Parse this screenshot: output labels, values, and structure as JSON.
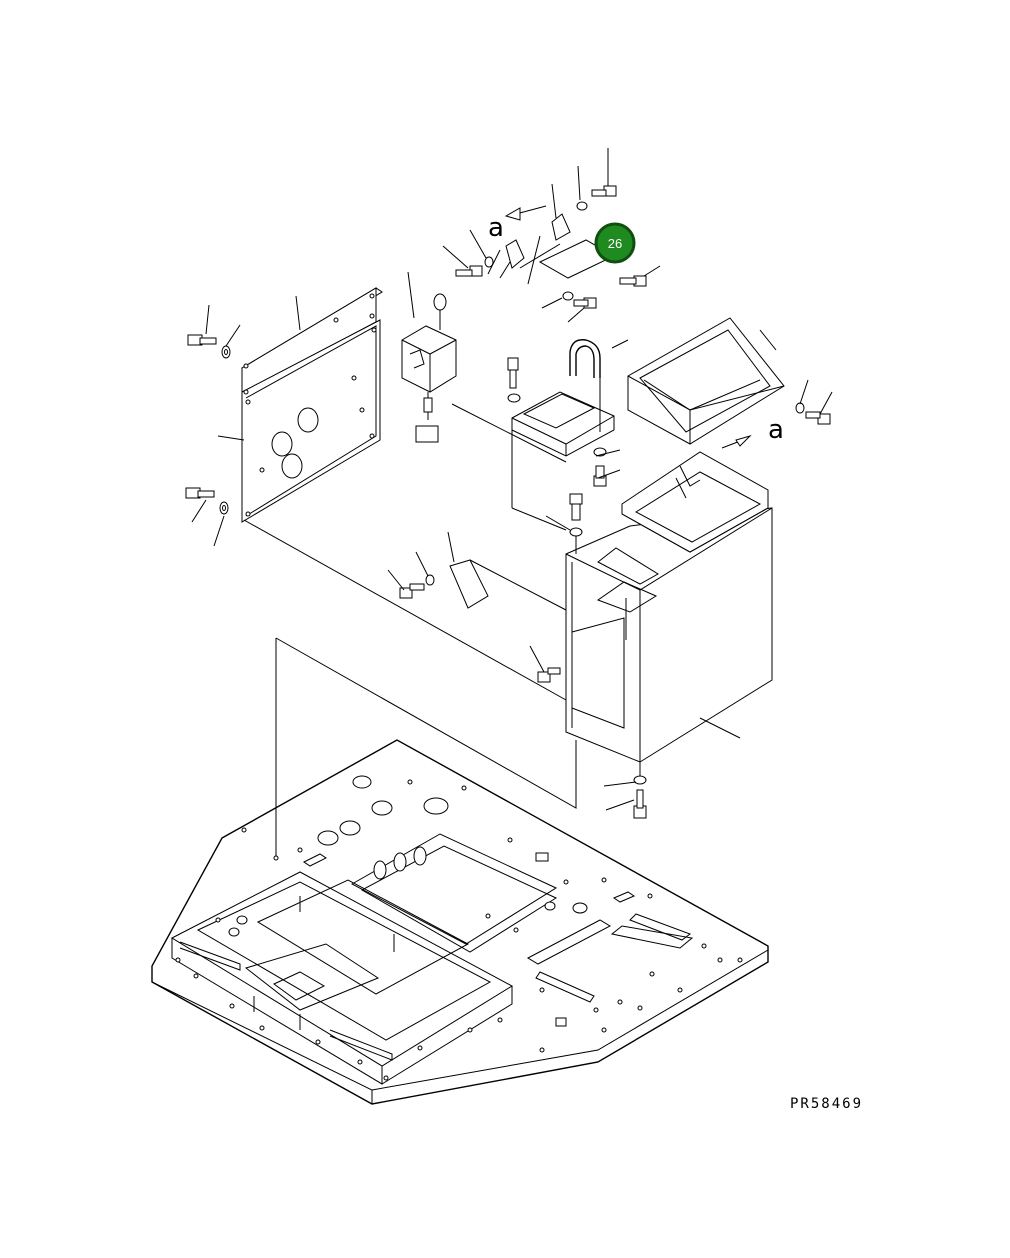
{
  "drawing": {
    "code": "PR58469",
    "ref_marks": [
      "a",
      "a"
    ],
    "callout": {
      "number": "26",
      "color": "#1f8a1f",
      "border": "#0f4f0f"
    }
  }
}
